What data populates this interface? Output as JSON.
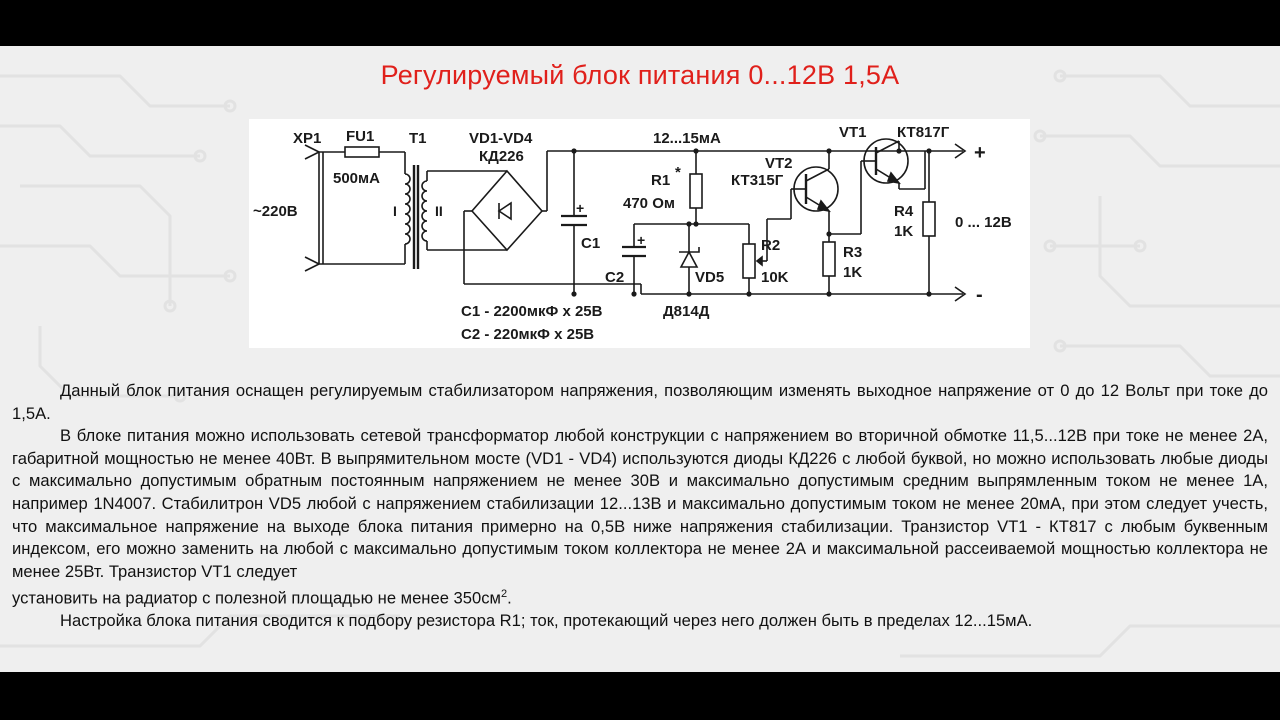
{
  "title": "Регулируемый блок питания 0...12В 1,5А",
  "schematic": {
    "labels": {
      "xp1": "XP1",
      "fu1": "FU1",
      "fu1_value": "500мА",
      "t1": "T1",
      "winding1": "I",
      "winding2": "II",
      "mains": "~220В",
      "bridge": "VD1-VD4",
      "bridge_type": "КД226",
      "current": "12...15мА",
      "c1": "C1",
      "c2": "C2",
      "r1": "R1",
      "r1_mark": "*",
      "r1_value": "470 Ом",
      "vd5": "VD5",
      "vd5_type": "Д814Д",
      "r2": "R2",
      "r2_value": "10K",
      "vt2": "VT2",
      "vt2_type": "КТ315Г",
      "vt1": "VT1",
      "vt1_type": "КТ817Г",
      "r3": "R3",
      "r3_value": "1K",
      "r4": "R4",
      "r4_value": "1K",
      "output_voltage": "0 ... 12В",
      "plus": "+",
      "minus": "-",
      "c_plus": "+",
      "c1_note": "C1 - 2200мкФ х 25В",
      "c2_note": "C2 - 220мкФ х 25В"
    }
  },
  "description": {
    "p1": "Данный блок питания оснащен регулируемым стабилизатором напряжения, позволяющим изменять выходное напряжение от 0 до 12 Вольт при токе до 1,5А.",
    "p2": "В блоке питания можно использовать сетевой трансформатор любой конструкции с напряжением во вторичной обмотке 11,5...12В при токе не менее 2А, габаритной мощностью не менее 40Вт. В выпрямительном мосте (VD1 - VD4) используются диоды КД226 с любой буквой, но можно использовать любые диоды с максимально допустимым обратным постоянным напряжением не менее 30В и максимально допустимым средним выпрямленным током не менее 1А, например 1N4007. Стабилитрон VD5 любой с напряжением стабилизации 12...13В и максимально допустимым током не менее 20мА, при этом следует учесть, что максимальное напряжение на выходе блока питания примерно на 0,5В ниже напряжения стабилизации. Транзистор VT1 - КТ817 с любым буквенным индексом, его можно заменить на любой с максимально допустимым током коллектора не менее 2А и максимальной рассеиваемой мощностью коллектора не менее 25Вт. Транзистор VT1 следует",
    "p2_end": "установить на радиатор с полезной площадью не менее 350см",
    "p2_sup": "2",
    "p2_tail": ".",
    "p3": "Настройка блока питания сводится к подбору резистора R1; ток, протекающий через него должен быть в пределах 12...15мА."
  },
  "colors": {
    "title": "#e0201b",
    "background": "#efefef",
    "letterbox": "#000000",
    "panel": "#ffffff",
    "ink": "#1a1a1a"
  }
}
